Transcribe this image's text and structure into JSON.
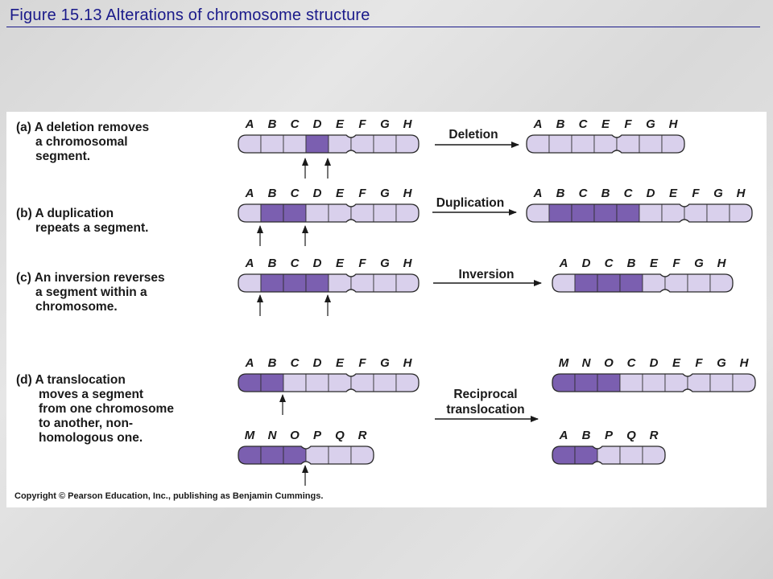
{
  "header": {
    "title": "Figure 15.13  Alterations of chromosome structure"
  },
  "footer": {
    "copyright": "Copyright © Pearson Education, Inc., publishing as Benjamin Cummings."
  },
  "colors": {
    "light": "#d9d0ec",
    "dark": "#7b5fb0",
    "outline": "#2a2a2a",
    "title": "#1a1a8a"
  },
  "panels": {
    "a": {
      "label": "(a)",
      "pre": "A ",
      "keyword": "deletion",
      "post1": " removes",
      "line2": "a chromosomal",
      "line3": "segment.",
      "operation": "Deletion"
    },
    "b": {
      "label": "(b)",
      "pre": "A ",
      "keyword": "duplication",
      "post1": "",
      "line2": "repeats a segment.",
      "operation": "Duplication"
    },
    "c": {
      "label": "(c)",
      "pre": "An ",
      "keyword": "inversion",
      "post1": " reverses",
      "line2": "a segment within a",
      "line3": "chromosome.",
      "operation": "Inversion"
    },
    "d": {
      "label": "(d)",
      "pre": "A ",
      "keyword": "translocation",
      "post1": "",
      "line2": "moves a segment",
      "line3": "from one chromosome",
      "line4": "to another, non-",
      "line5": "homologous one.",
      "operation_line1": "Reciprocal",
      "operation_line2": "translocation"
    }
  },
  "chromosomes": [
    {
      "id": "a-before",
      "genes": [
        "A",
        "B",
        "C",
        "D",
        "E",
        "F",
        "G",
        "H"
      ],
      "highlight": [
        3
      ]
    },
    {
      "id": "a-after",
      "genes": [
        "A",
        "B",
        "C",
        "E",
        "F",
        "G",
        "H"
      ],
      "highlight": []
    },
    {
      "id": "b-before",
      "genes": [
        "A",
        "B",
        "C",
        "D",
        "E",
        "F",
        "G",
        "H"
      ],
      "highlight": [
        1,
        2
      ]
    },
    {
      "id": "b-after",
      "genes": [
        "A",
        "B",
        "C",
        "B",
        "C",
        "D",
        "E",
        "F",
        "G",
        "H"
      ],
      "highlight": [
        1,
        2,
        3,
        4
      ]
    },
    {
      "id": "c-before",
      "genes": [
        "A",
        "B",
        "C",
        "D",
        "E",
        "F",
        "G",
        "H"
      ],
      "highlight": [
        1,
        2,
        3
      ]
    },
    {
      "id": "c-after",
      "genes": [
        "A",
        "D",
        "C",
        "B",
        "E",
        "F",
        "G",
        "H"
      ],
      "highlight": [
        1,
        2,
        3
      ]
    },
    {
      "id": "d-top-before",
      "genes": [
        "A",
        "B",
        "C",
        "D",
        "E",
        "F",
        "G",
        "H"
      ],
      "highlight": [
        0,
        1
      ]
    },
    {
      "id": "d-bottom-before",
      "genes": [
        "M",
        "N",
        "O",
        "P",
        "Q",
        "R"
      ],
      "highlight": [
        0,
        1,
        2
      ]
    },
    {
      "id": "d-top-after",
      "genes": [
        "M",
        "N",
        "O",
        "C",
        "D",
        "E",
        "F",
        "G",
        "H"
      ],
      "highlight": [
        0,
        1,
        2
      ]
    },
    {
      "id": "d-bottom-after",
      "genes": [
        "A",
        "B",
        "P",
        "Q",
        "R"
      ],
      "highlight": [
        0,
        1
      ]
    }
  ]
}
